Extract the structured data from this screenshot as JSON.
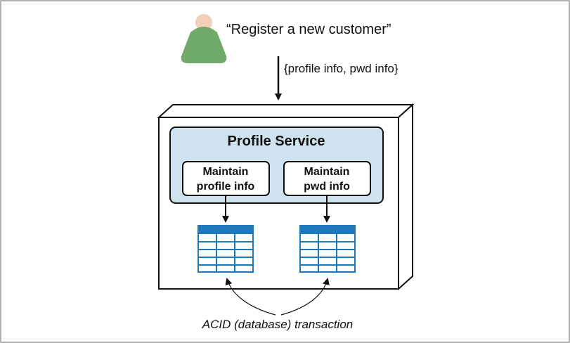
{
  "request": {
    "quote": "“Register a new customer”",
    "payload": "{profile info, pwd info}"
  },
  "service": {
    "title": "Profile Service",
    "components": [
      {
        "line1": "Maintain",
        "line2": "profile info"
      },
      {
        "line1": "Maintain",
        "line2": "pwd info"
      }
    ]
  },
  "caption": "ACID (database) transaction",
  "colors": {
    "outline": "#111111",
    "service_fill": "#cfe3ee",
    "table_blue": "#1e79bd",
    "user_head": "#f4cfb8",
    "user_body": "#6faa6a",
    "frame": "#999999"
  },
  "icons": [
    "user-icon",
    "database-table-icon",
    "database-table-icon"
  ]
}
